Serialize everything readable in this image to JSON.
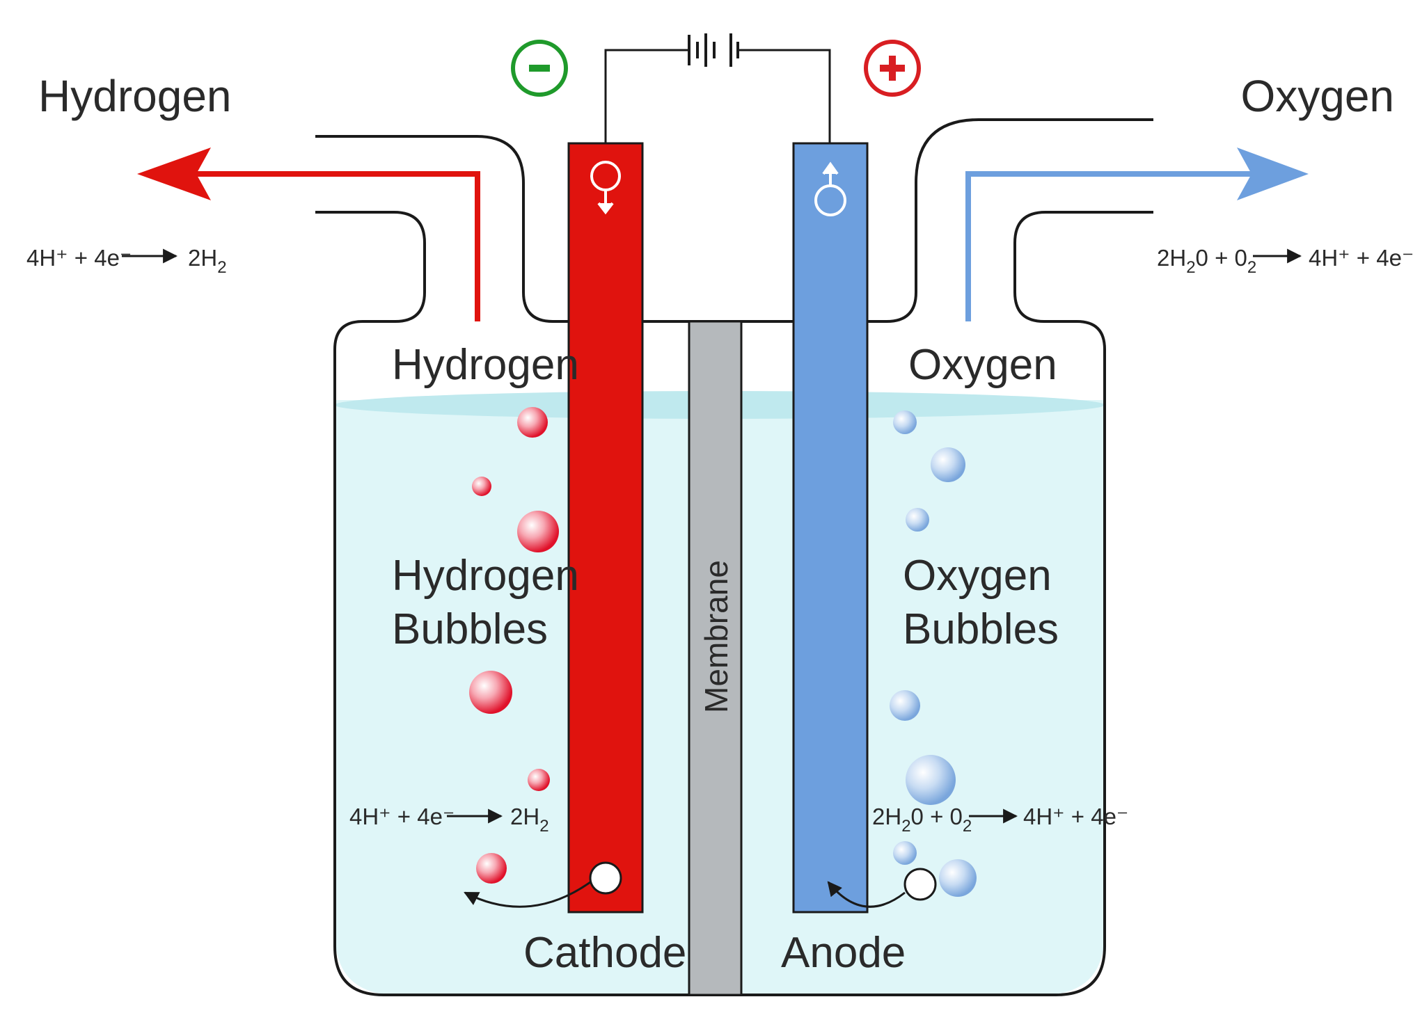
{
  "title_left": "Hydrogen",
  "title_right": "Oxygen",
  "eq_top_left": {
    "lhs": "4H⁺ + 4e⁻",
    "rhs_main": "2H",
    "rhs_sub": "2"
  },
  "eq_top_right": {
    "lhs_a": "2H",
    "lhs_a_sub": "2",
    "lhs_b": "0 + 0",
    "lhs_b_sub": "2",
    "rhs": "4H⁺ + 4e⁻"
  },
  "cell": {
    "hydrogen_label": "Hydrogen",
    "oxygen_label": "Oxygen",
    "hydrogen_bubbles_line1": "Hydrogen",
    "hydrogen_bubbles_line2": "Bubbles",
    "oxygen_bubbles_line1": "Oxygen",
    "oxygen_bubbles_line2": "Bubbles",
    "membrane_label": "Membrane",
    "cathode_label": "Cathode",
    "anode_label": "Anode"
  },
  "eq_inner_left": {
    "lhs": "4H⁺ + 4e⁻",
    "rhs_main": "2H",
    "rhs_sub": "2"
  },
  "eq_inner_right": {
    "lhs_a": "2H",
    "lhs_a_sub": "2",
    "lhs_b": "0 + 0",
    "lhs_b_sub": "2",
    "rhs": "4H⁺ + 4e⁻"
  },
  "terminals": {
    "negative": "−",
    "positive": "+"
  },
  "colors": {
    "hydrogen": "#e0130e",
    "oxygen": "#6d9fde",
    "membrane": "#b5b9bc",
    "water": "#dff6f8",
    "negative": "#1f9a2b",
    "positive": "#d81e22"
  },
  "icons": {
    "cathode_symbol": "female-symbol-icon",
    "anode_symbol": "male-symbol-icon",
    "battery": "battery-icon"
  }
}
